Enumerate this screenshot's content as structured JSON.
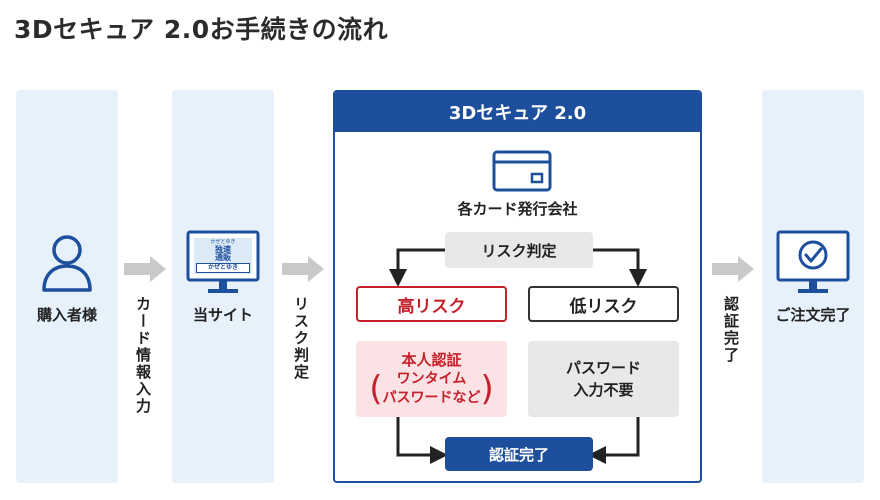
{
  "title": "3Dセキュア 2.0お手続きの流れ",
  "stages": {
    "buyer": "購入者様",
    "card_entry": "カード情報入力",
    "shop": "当サイト",
    "shop_logo": {
      "line1": "かぜとゆき",
      "line2": "独速",
      "line3": "通販",
      "bottom": "かぜとゆき"
    },
    "risk_check_arrow": "リスク判定",
    "section_title": "3Dセキュア 2.0",
    "issuer": "各カード発行会社",
    "risk_check": "リスク判定",
    "high_risk": "高リスク",
    "low_risk": "低リスク",
    "identity": {
      "heading": "本人認証",
      "sub1": "ワンタイム",
      "sub2": "パスワードなど"
    },
    "no_password": {
      "line1": "パスワード",
      "line2": "入力不要"
    },
    "auth_complete": "認証完了",
    "auth_complete_arrow": "認証完了",
    "order_complete": "ご注文完了"
  },
  "colors": {
    "navy": "#1e4f9c",
    "red": "#c6202a",
    "panel": "#e6f1fb",
    "arrow": "#c9c9c9"
  }
}
